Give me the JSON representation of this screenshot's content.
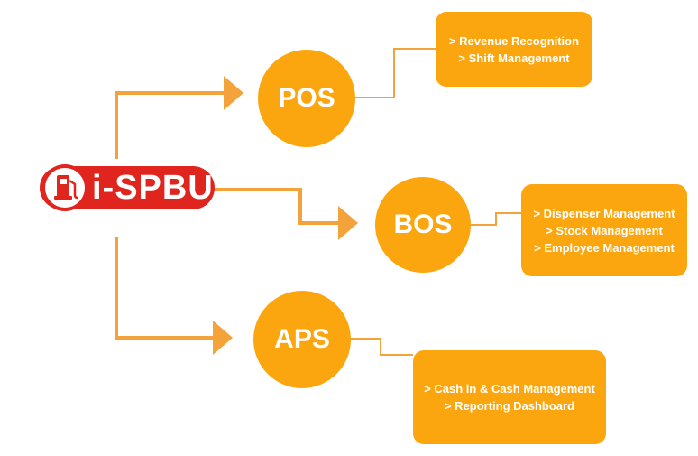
{
  "logo": {
    "text": "i-SPBU",
    "color": "#e0251f",
    "icon": "fuel-pump-icon"
  },
  "modules": [
    {
      "id": "pos",
      "label": "POS",
      "items": [
        "> Revenue Recognition",
        "> Shift Management"
      ]
    },
    {
      "id": "bos",
      "label": "BOS",
      "items": [
        "> Dispenser Management",
        "> Stock Management",
        "> Employee Management"
      ]
    },
    {
      "id": "aps",
      "label": "APS",
      "items": [
        "> Cash in & Cash Management",
        "> Reporting Dashboard"
      ]
    }
  ],
  "colors": {
    "accent": "#fca60f",
    "connector": "#f4a23a",
    "logo": "#e0251f"
  }
}
